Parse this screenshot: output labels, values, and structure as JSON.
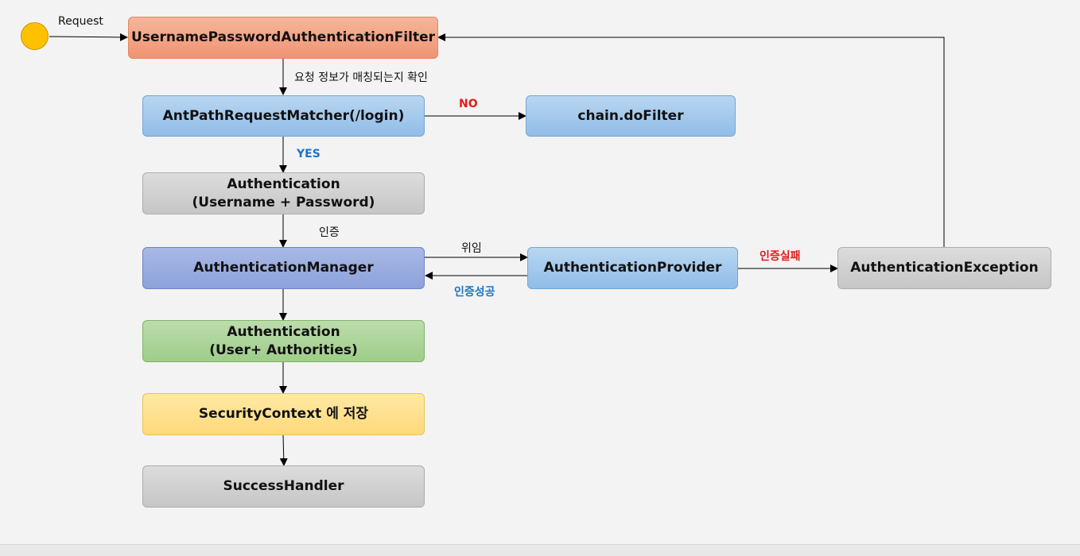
{
  "diagram": {
    "start_label": "Request",
    "nodes": {
      "filter": "UsernamePasswordAuthenticationFilter",
      "matcher": "AntPathRequestMatcher(/login)",
      "dofilter": "chain.doFilter",
      "auth_request": "Authentication\n(Username + Password)",
      "manager": "AuthenticationManager",
      "provider": "AuthenticationProvider",
      "exception": "AuthenticationException",
      "auth_result": "Authentication\n(User+ Authorities)",
      "context": "SecurityContext 에 저장",
      "success": "SuccessHandler"
    },
    "edges": {
      "check_match": "요청 정보가 매칭되는지 확인",
      "no": "NO",
      "yes": "YES",
      "authenticate": "인증",
      "delegate": "위임",
      "auth_success": "인증성공",
      "auth_fail": "인증실패"
    },
    "colors": {
      "filter": "#ef9573",
      "matcher": "#90bde8",
      "request_auth": "#c6c6c6",
      "manager": "#8da2db",
      "result_auth": "#9fcd89",
      "context": "#ffd97a",
      "no_label": "#e31b1b",
      "yes_label": "#1a74c6",
      "start_circle": "#ffc000"
    }
  }
}
